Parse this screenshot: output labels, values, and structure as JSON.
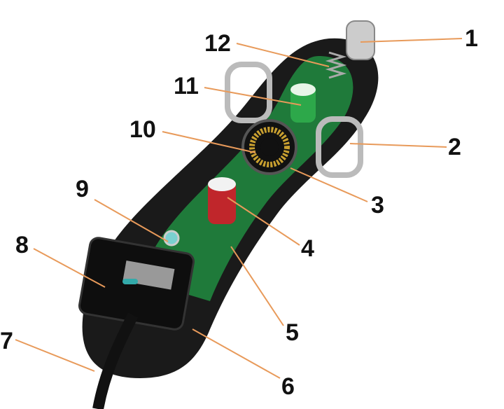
{
  "callouts": [
    "1",
    "2",
    "3",
    "4",
    "5",
    "6",
    "7",
    "8",
    "9",
    "10",
    "11",
    "12"
  ],
  "colors": {
    "leader": "#e89a5a",
    "body": "#1a1a1a",
    "pcb": "#1f7a3a",
    "capacitor_red": "#c0262b",
    "capacitor_green": "#2da84a",
    "coil": "#c9a030"
  }
}
